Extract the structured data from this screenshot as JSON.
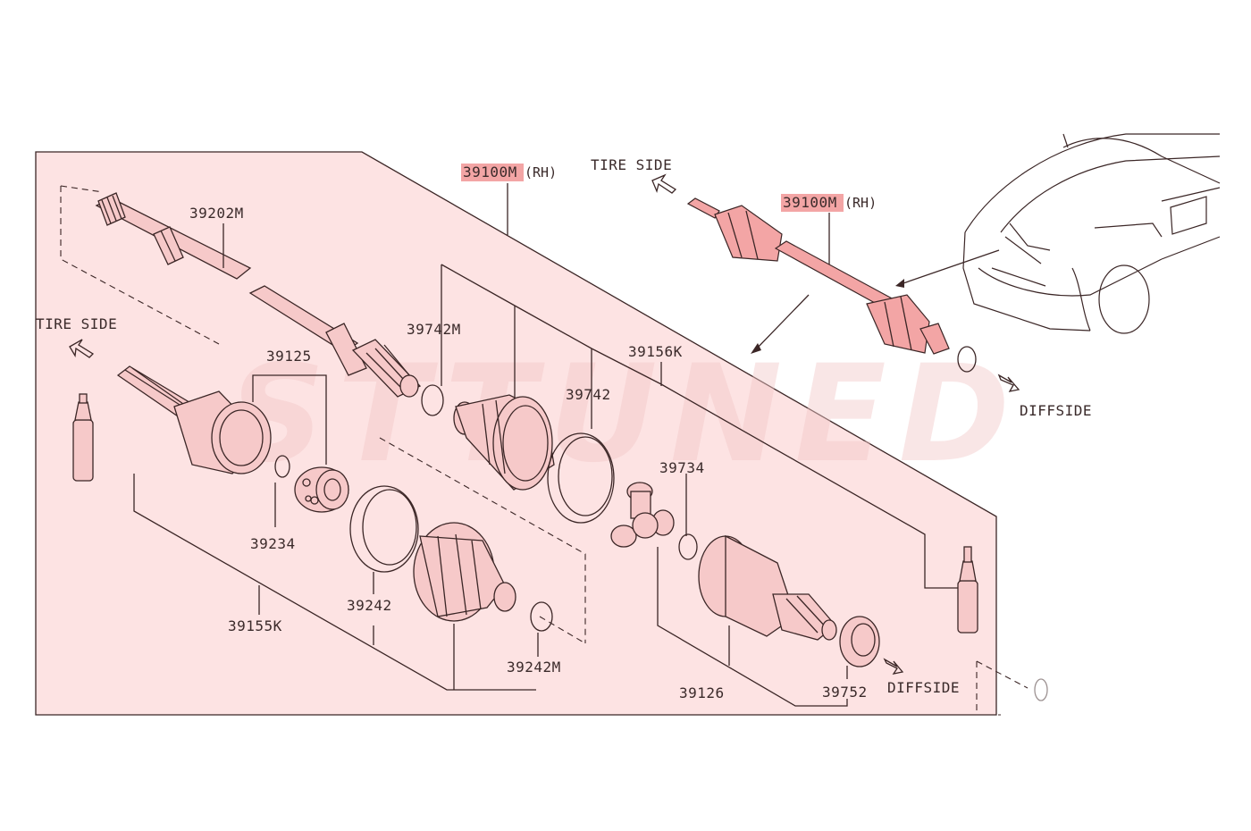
{
  "diagram": {
    "part_labels": {
      "assembly_rh": "39100M",
      "assembly_rh_suffix": "(RH)",
      "inset_assembly_rh": "39100M",
      "inset_assembly_rh_suffix": "(RH)",
      "shaft": "39202M",
      "joint_housing_outer": "39125",
      "snap_ring_outer": "39234",
      "boot_kit_outer": "39155K",
      "band_outer_large": "39242",
      "band_outer_small": "39242M",
      "band_inner_small": "39742M",
      "band_inner_large": "39742",
      "boot_kit_inner": "39156K",
      "snap_ring_inner": "39734",
      "joint_housing_inner": "39126",
      "dust_shield": "39752"
    },
    "direction_labels": {
      "tire_side_main": "TIRE SIDE",
      "diff_side_main": "DIFFSIDE",
      "tire_side_inset": "TIRE SIDE",
      "diff_side_inset": "DIFFSIDE"
    },
    "watermark": "STTUNED",
    "colors": {
      "panel_fill": "#fde3e3",
      "highlight": "#f3a5a5",
      "line": "#3b2626",
      "part_fill": "#f6c9c9",
      "watermark": "#f2c8c8"
    }
  }
}
